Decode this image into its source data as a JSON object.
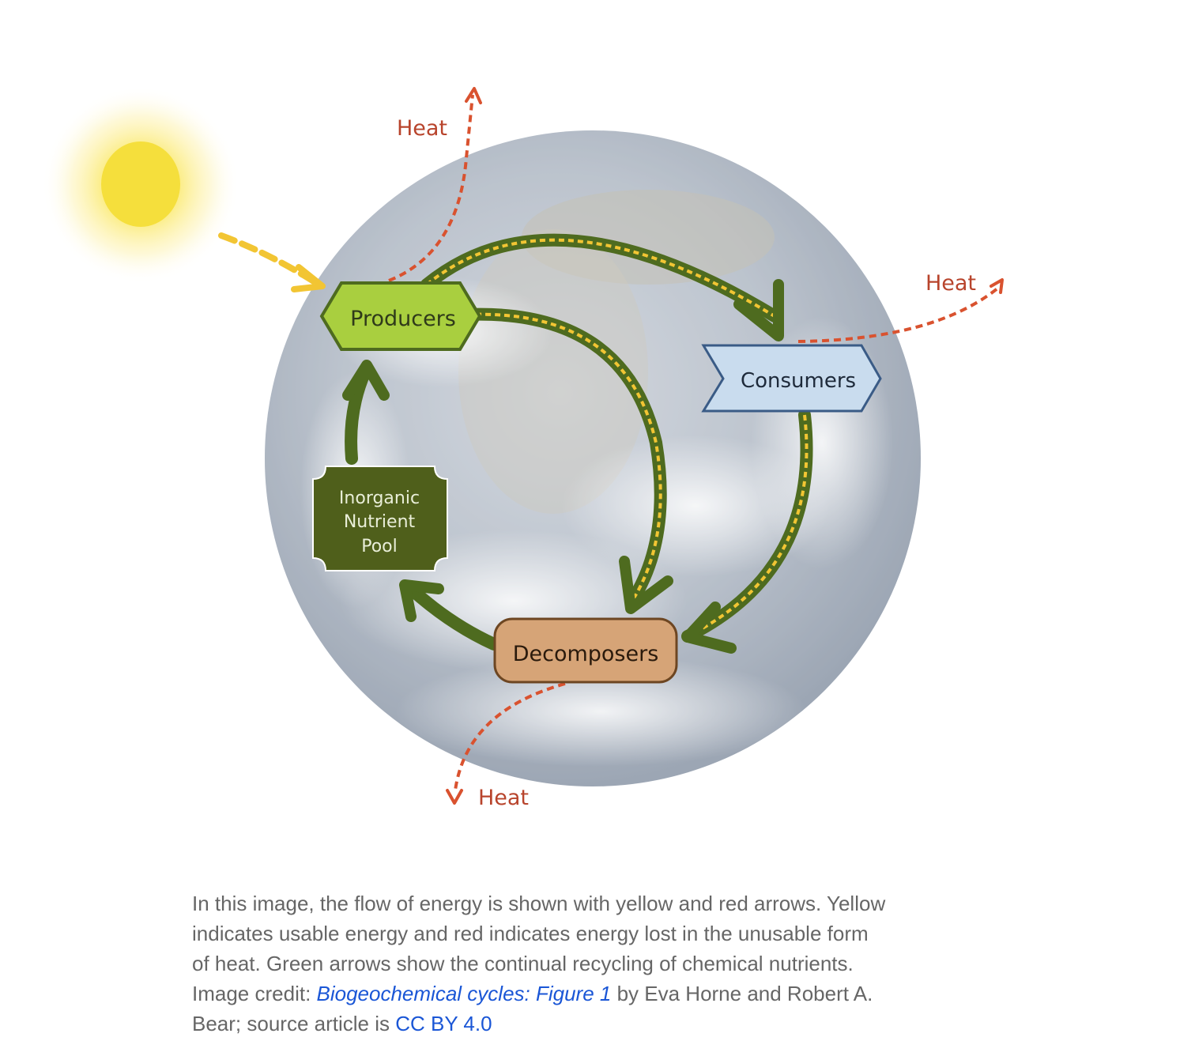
{
  "diagram": {
    "nodes": {
      "producers": "Producers",
      "consumers": "Consumers",
      "decomposers": "Decomposers",
      "nutrient_pool": [
        "Inorganic",
        "Nutrient",
        "Pool"
      ]
    },
    "heat_labels": {
      "top": "Heat",
      "right": "Heat",
      "bottom": "Heat"
    },
    "colors": {
      "producers": "#a9cf3f",
      "consumers": "#c9dcee",
      "decomposers": "#d6a477",
      "nutrient_pool": "#4f5f1b",
      "green_arrow": "#4e6b1f",
      "yellow_energy": "#f2c533",
      "red_heat": "#d9522f",
      "sun": "#f5df3c"
    }
  },
  "caption": {
    "text_1": "In this image, the flow of energy is shown with yellow and red arrows. Yellow indicates usable energy and red indicates energy lost in the unusable form of heat. Green arrows show the continual recycling of chemical nutrients. Image credit: ",
    "link_1": "Biogeochemical cycles: Figure 1",
    "text_2": " by Eva Horne and Robert A. Bear; source article is ",
    "link_2": "CC BY 4.0"
  }
}
